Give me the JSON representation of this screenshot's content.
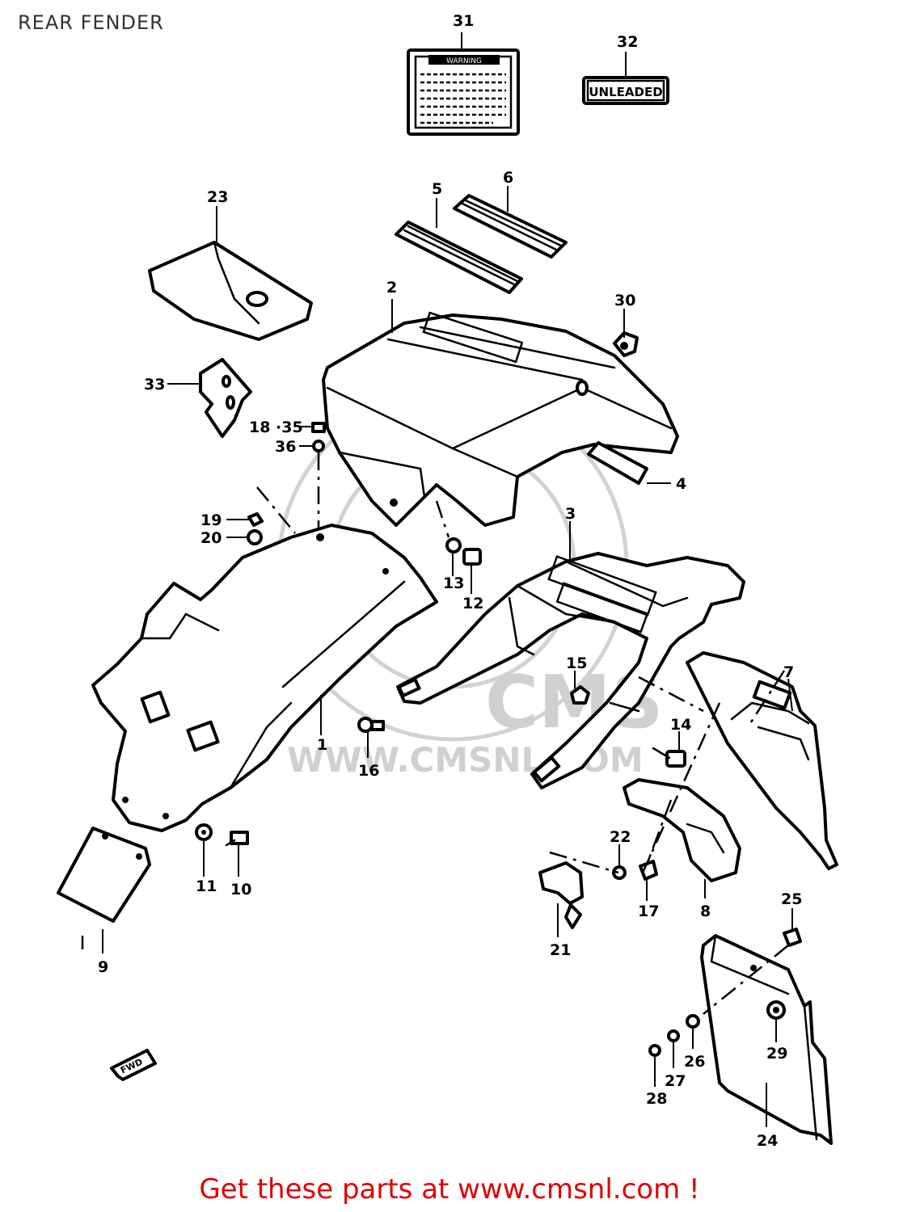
{
  "page": {
    "title": "REAR FENDER"
  },
  "stickers": {
    "unleaded_label": "UNLEADED",
    "warning_label": "WARNING"
  },
  "watermark": {
    "text": "WWW.CMSNL.COM",
    "logo": "CMS"
  },
  "fwd_mark": "FWD",
  "footer": {
    "text": "Get these parts at www.cmsnl.com !"
  },
  "callouts": {
    "p1": "1",
    "p2": "2",
    "p3": "3",
    "p4": "4",
    "p5": "5",
    "p6": "6",
    "p7": "7",
    "p8": "8",
    "p9": "9",
    "p10": "10",
    "p11": "11",
    "p12": "12",
    "p13": "13",
    "p14": "14",
    "p15": "15",
    "p16": "16",
    "p17": "17",
    "p18_35": "18 ·35",
    "p19": "19",
    "p20": "20",
    "p21": "21",
    "p22": "22",
    "p23": "23",
    "p24": "24",
    "p25": "25",
    "p26": "26",
    "p27": "27",
    "p28": "28",
    "p29": "29",
    "p30": "30",
    "p31": "31",
    "p32": "32",
    "p33": "33",
    "p36": "36"
  }
}
